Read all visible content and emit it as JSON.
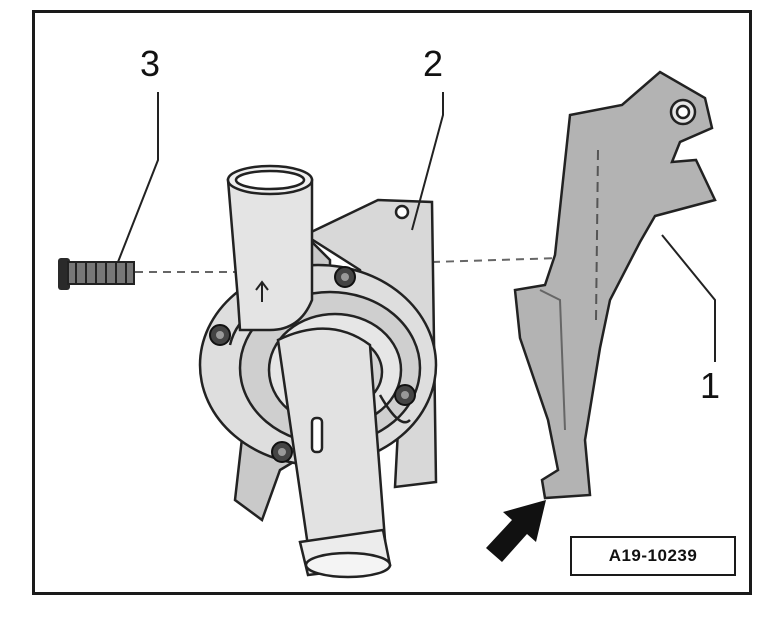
{
  "callouts": {
    "part_1": "1",
    "part_2": "2",
    "part_3": "3"
  },
  "figure_id": "A19-10239",
  "colors": {
    "outline": "#1a1a1a",
    "part_fill": "#dcdcdc",
    "part_shade": "#b9b9b9",
    "background": "#ffffff"
  },
  "icons": {
    "part_1": "bracket-icon",
    "part_2": "coolant-pump-icon",
    "part_3": "bolt-icon",
    "arrow": "arrow-icon"
  }
}
